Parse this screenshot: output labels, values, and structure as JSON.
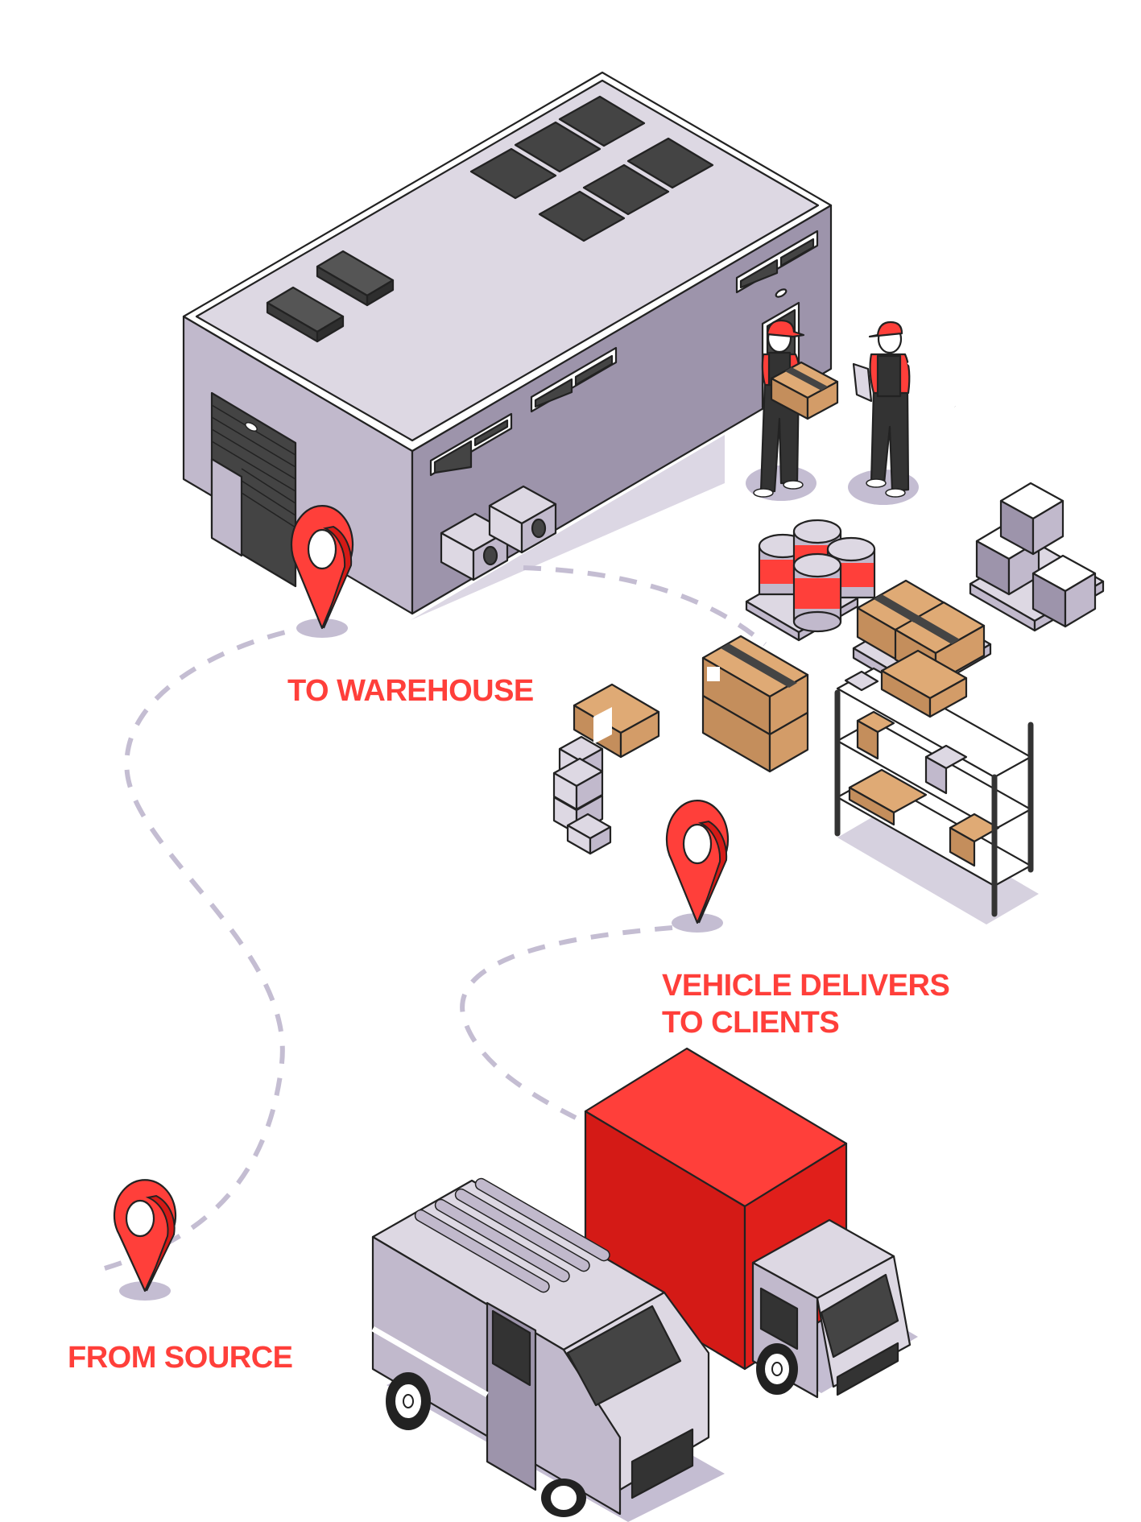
{
  "illustration": {
    "theme": "warehouse logistics flow",
    "colors": {
      "accent_red": "#ff3f3a",
      "dark_red": "#d41a16",
      "wall_light": "#c1b9cc",
      "wall_dark": "#9d94ab",
      "roof": "#ddd8e3",
      "dark_panel": "#444444",
      "cardboard": "#dfaa75",
      "cardboard_dark": "#c48e5c",
      "path": "#c4bdd2",
      "shadow": "#c4bdd2"
    }
  },
  "steps": [
    {
      "id": "source",
      "label": "FROM SOURCE",
      "icon": "map-pin-icon"
    },
    {
      "id": "warehouse",
      "label": "TO WAREHOUSE",
      "icon": "map-pin-icon"
    },
    {
      "id": "delivery",
      "label_line1": "VEHICLE DELIVERS",
      "label_line2": "TO CLIENTS",
      "icon": "map-pin-icon"
    }
  ],
  "objects": {
    "building": "warehouse-building",
    "workers": [
      "worker-carrying-box",
      "worker-with-clipboard"
    ],
    "cargo": [
      "barrels-on-pallet",
      "crates-on-pallet",
      "boxes-on-pallet",
      "storage-shelf",
      "box-stacks"
    ],
    "vehicles": [
      "delivery-van",
      "red-box-truck"
    ]
  }
}
